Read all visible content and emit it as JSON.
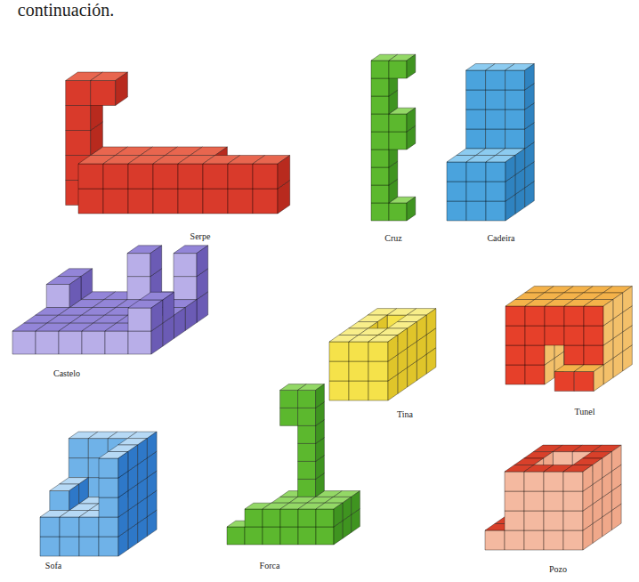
{
  "diagram": {
    "labels": [
      "continuación.",
      "Serpe",
      "Cruz",
      "Cadeira",
      "Castelo",
      "Tina",
      "Tunel",
      "Sofa",
      "Forca",
      "Pozo"
    ]
  }
}
